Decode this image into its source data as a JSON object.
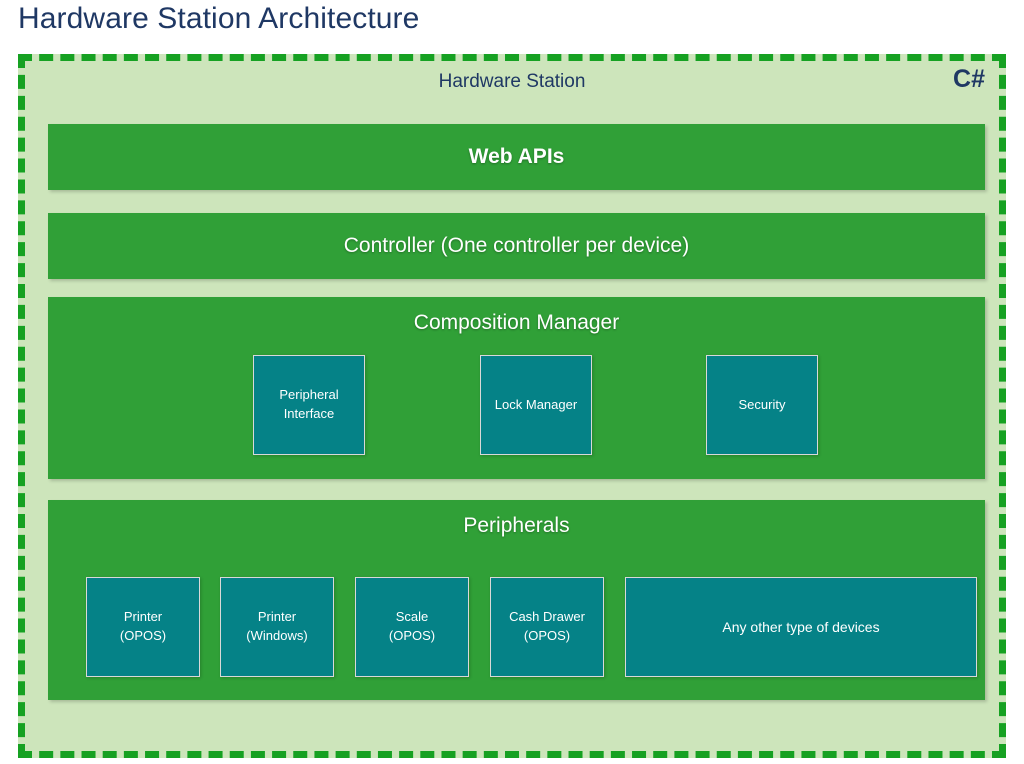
{
  "page": {
    "title": "Hardware Station Architecture"
  },
  "boundary": {
    "language_label": "C#",
    "header": "Hardware Station",
    "border_color": "#16A122",
    "fill_color": "#CDE5BB"
  },
  "colors": {
    "title_navy": "#1F3864",
    "layer_green": "#30A037",
    "component_teal": "#058287",
    "component_border": "#D9D9D9",
    "text_white": "#FFFFFF"
  },
  "layers": [
    {
      "id": "web-apis",
      "title": "Web APIs",
      "components": []
    },
    {
      "id": "controller",
      "title": "Controller (One controller per device)",
      "components": []
    },
    {
      "id": "composition-manager",
      "title": "Composition Manager",
      "components": [
        {
          "line1": "Peripheral",
          "line2": "Interface"
        },
        {
          "line1": "Lock Manager",
          "line2": ""
        },
        {
          "line1": "Security",
          "line2": ""
        }
      ]
    },
    {
      "id": "peripherals",
      "title": "Peripherals",
      "components": [
        {
          "line1": "Printer",
          "line2": "(OPOS)"
        },
        {
          "line1": "Printer",
          "line2": "(Windows)"
        },
        {
          "line1": "Scale",
          "line2": "(OPOS)"
        },
        {
          "line1": "Cash Drawer",
          "line2": "(OPOS)"
        },
        {
          "line1": "Any other type of devices",
          "line2": ""
        }
      ]
    }
  ]
}
